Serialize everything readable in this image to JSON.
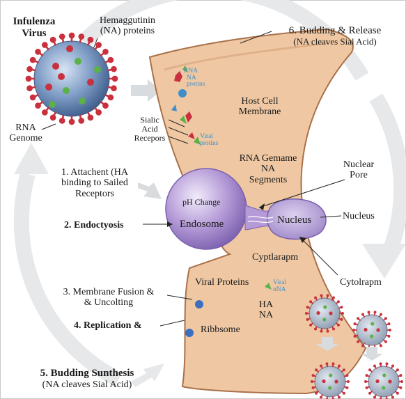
{
  "virus": {
    "title_line1": "Infulenza",
    "title_line2": "Virus",
    "hema_line1": "Hemaggutinin",
    "hema_line2": "(NA) proteins",
    "rna_line1": "RNA",
    "rna_line2": "Genome"
  },
  "steps": {
    "s6_line1": "6. Budding & Release",
    "s6_line2": "(NA cleaves Sial Acid)",
    "s1_line1": "1. Attachent (HA",
    "s1_line2": "binding to Sailed",
    "s1_line3": "Receptors",
    "s2": "2. Endoctyosis",
    "s3_line1": "3. Membrane Fusion &",
    "s3_line2": "& Uncolting",
    "s4": "4. Replication &",
    "s5_line1": "5. Budding Sunthesis",
    "s5_line2": "(NA cleaves Sial Acid)"
  },
  "cell": {
    "rna_na_1": "RNA",
    "rna_na_2": "NA",
    "rna_na_3": "protins",
    "host_1": "Host Cell",
    "host_2": "Membrane",
    "sialic_1": "Sialic",
    "sialic_2": "Acid",
    "sialic_3": "Recepors",
    "viral_1": "Viral",
    "viral_2": "protins",
    "gemame_1": "RNA Gemame",
    "gemame_2": "NA",
    "gemame_3": "Segments",
    "nuclear_1": "Nuclear",
    "nuclear_2": "Pore",
    "ph": "pH Change",
    "endosome": "Endosome",
    "nucleus_in": "Nucleus",
    "nucleus_out": "Nucleus",
    "cyptlarapm": "Cyptlarapm",
    "cytolrapm": "Cytolrapm",
    "viral_proteins": "Viral Proteins",
    "viral_nna_1": "Viral",
    "viral_nna_2": "nNA",
    "ha": "HA",
    "na": "NA",
    "ribbsome": "Ribbsome"
  },
  "colors": {
    "cell_fill": "#efc8a3",
    "cell_stroke": "#a9714a",
    "endosome": "#b49ad6",
    "virus_body": "#7f9dc6",
    "spike_red": "#c8313d",
    "spike_green": "#5bb14a",
    "cycle_arrow": "#e6e8ea"
  }
}
